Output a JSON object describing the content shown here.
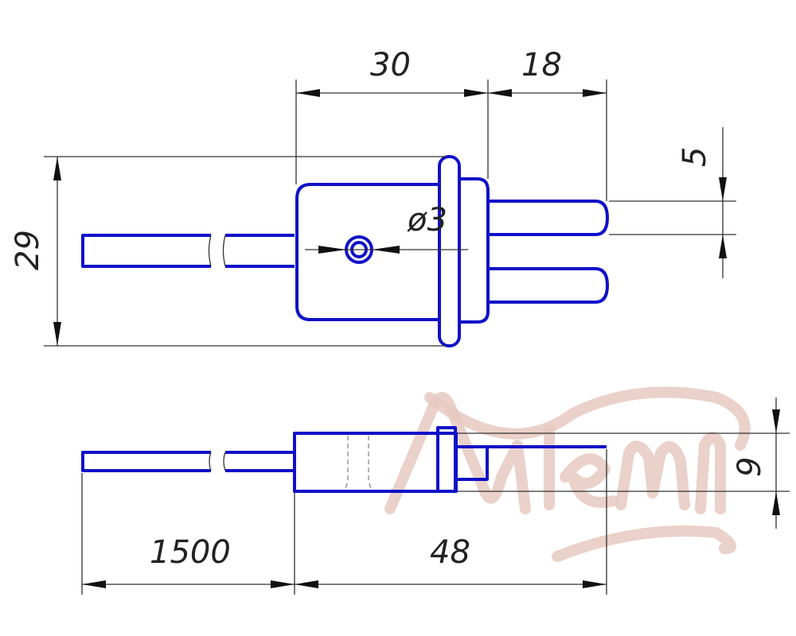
{
  "drawing": {
    "dimensions": {
      "length_pins_base": "30",
      "pin_length": "18",
      "height": "29",
      "pin_spacing": "5",
      "hole_diameter": "ø3",
      "thickness": "9",
      "cable_length": "1500",
      "total_length": "48"
    },
    "watermark": "Алтеmп",
    "colors": {
      "part": "#1010c8",
      "dimension": "#333333",
      "watermark": "#e6c9c0"
    }
  }
}
